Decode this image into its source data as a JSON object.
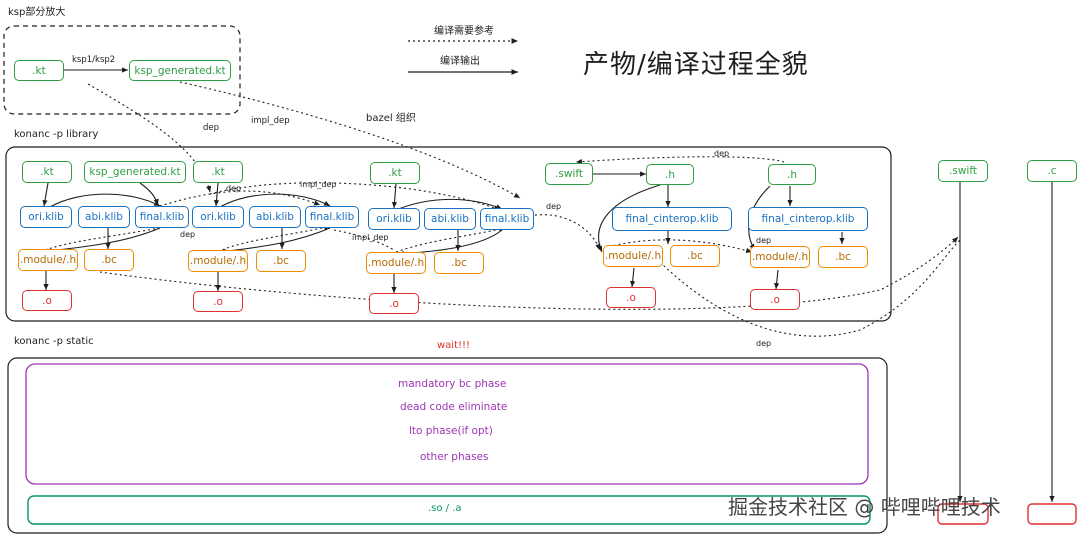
{
  "title": "产物/编译过程全貌",
  "legend": {
    "dashed": "编译需要参考",
    "solid": "编译输出"
  },
  "ksp": {
    "label": "ksp部分放大",
    "kt": ".kt",
    "generated": "ksp_generated.kt",
    "edge": "ksp1/ksp2"
  },
  "library": {
    "label": "konanc -p library",
    "kt1": ".kt",
    "kspgen": "ksp_generated.kt",
    "kt2": ".kt",
    "kt3": ".kt",
    "swift": ".swift",
    "h1": ".h",
    "h2": ".h",
    "ori": "ori.klib",
    "abi": "abi.klib",
    "final": "final.klib",
    "cinterop": "final_cinterop.klib",
    "module": ".module/.h",
    "bc": ".bc",
    "o": ".o"
  },
  "static": {
    "label": "konanc -p static",
    "wait": "wait!!!",
    "phases": [
      "mandatory bc phase",
      "dead code eliminate",
      "lto phase(if opt)",
      "other phases"
    ],
    "output": ".so / .a"
  },
  "side": {
    "swift": ".swift",
    "c": ".c"
  },
  "edges": {
    "dep": "dep",
    "impl_dep": "impl_dep",
    "bazel": "bazel 组织"
  },
  "watermark": "掘金技术社区 @ 哔哩哔哩技术"
}
